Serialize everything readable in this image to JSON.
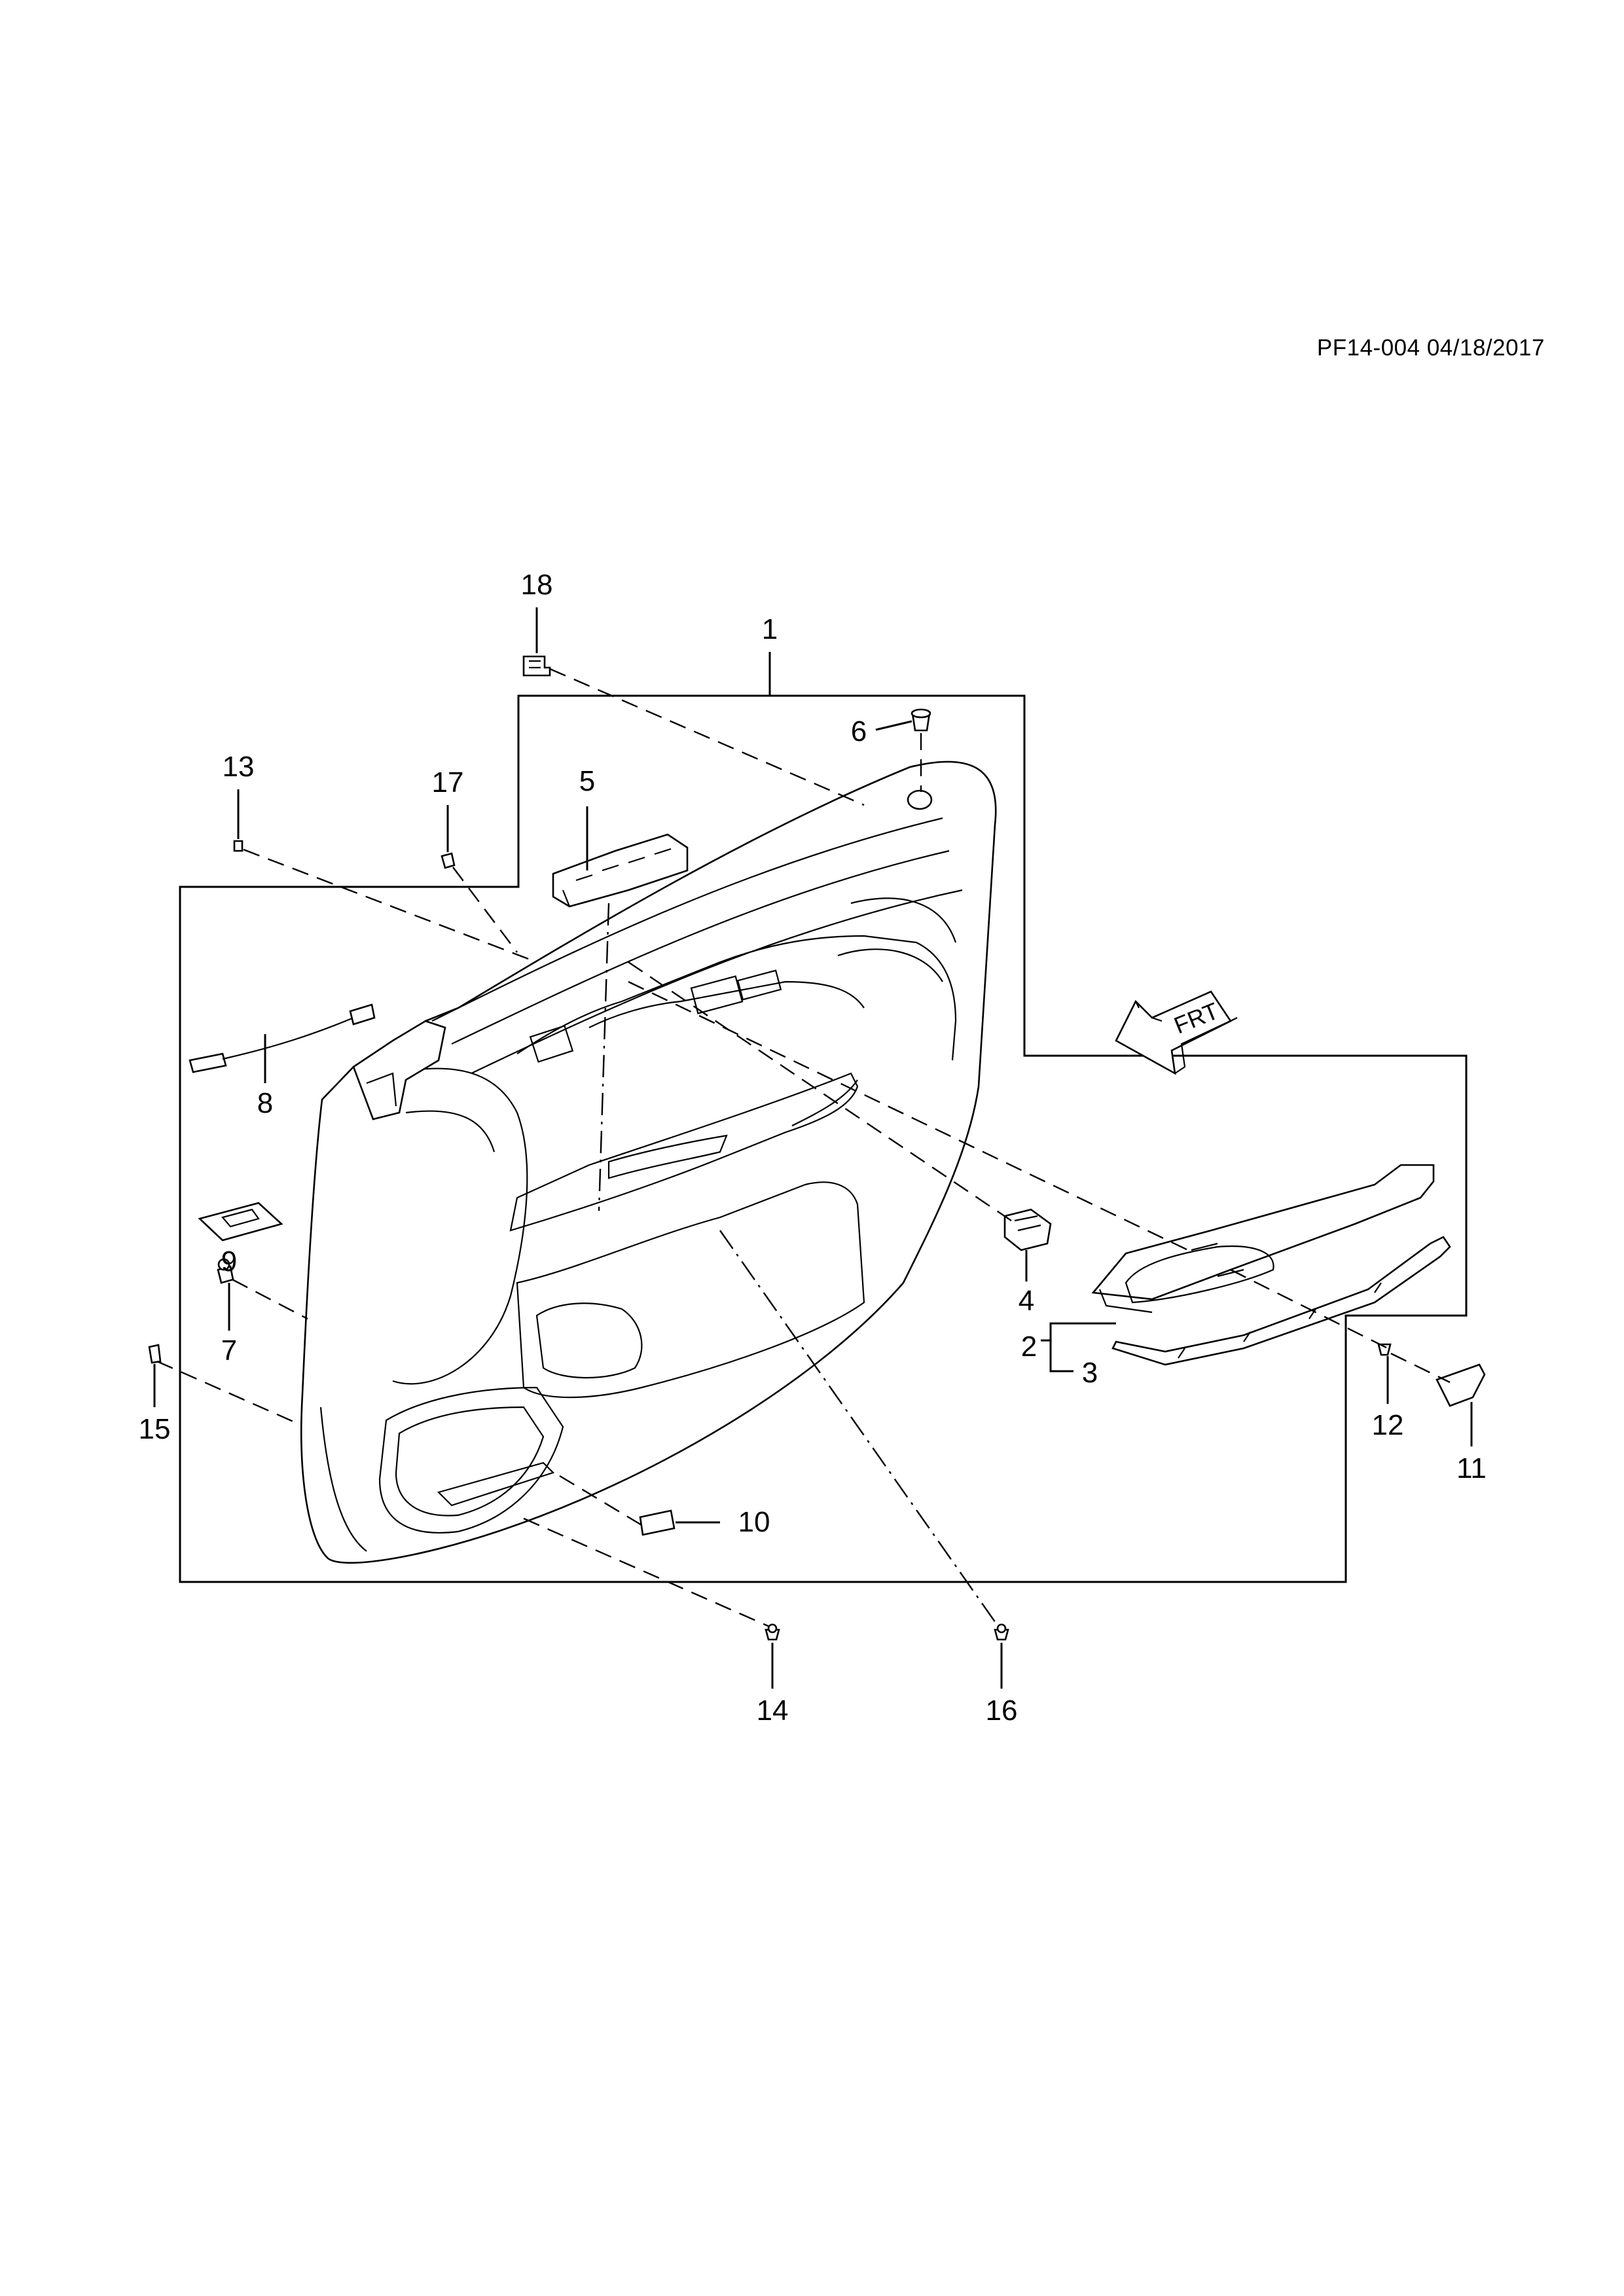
{
  "document": {
    "reference": "PF14-004 04/18/2017"
  },
  "diagram": {
    "orientation_arrow_label": "FRT",
    "callouts": [
      "1",
      "2",
      "3",
      "4",
      "5",
      "6",
      "7",
      "8",
      "9",
      "10",
      "11",
      "12",
      "13",
      "14",
      "15",
      "16",
      "17",
      "18"
    ]
  }
}
